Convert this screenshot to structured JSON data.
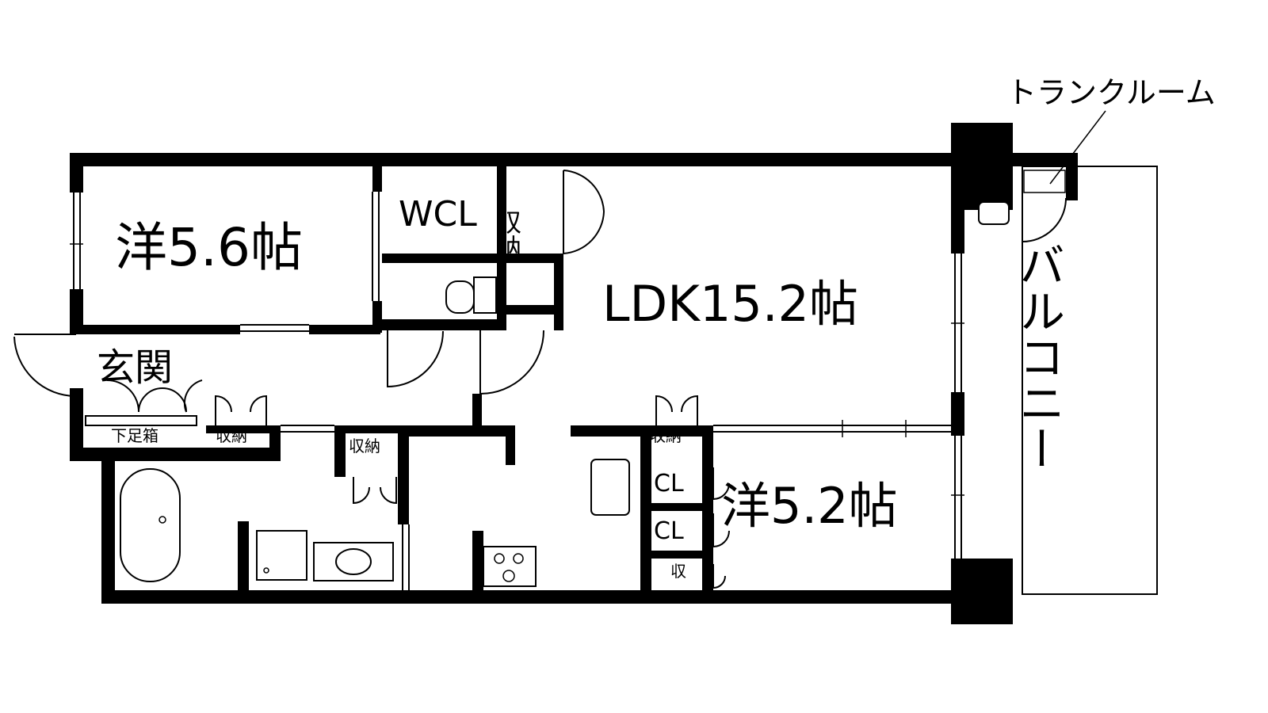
{
  "rooms": {
    "western_room_a": "洋5.6帖",
    "wcl": "WCL",
    "storage_top": "収納",
    "ldk": "LDK15.2帖",
    "entrance": "玄関",
    "shoe_box": "下足箱",
    "storage_hall": "収納",
    "storage_wash": "収納",
    "storage_kitchen": "収納",
    "closet_1": "CL",
    "closet_2": "CL",
    "storage_small": "収",
    "western_room_b": "洋5.2帖",
    "balcony": "バルコニー",
    "trunk_room": "トランクルーム"
  }
}
